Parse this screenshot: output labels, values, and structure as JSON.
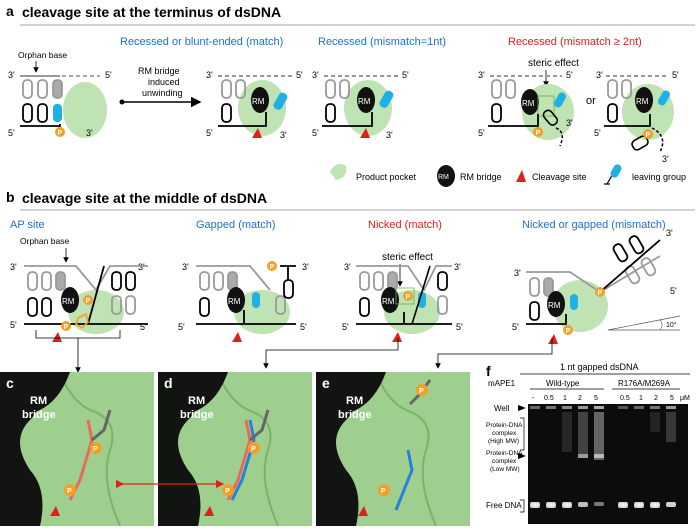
{
  "panel_a": {
    "letter": "a",
    "title": "cleavage site at the terminus of dsDNA",
    "subtitles": [
      "Recessed or blunt-ended (match)",
      "Recessed (mismatch=1nt)",
      "Recessed  (mismatch ≥ 2nt)"
    ],
    "orphan_base": "Orphan base",
    "rm_bridge_note": [
      "RM bridge",
      "induced",
      "unwinding"
    ],
    "steric": "steric effect",
    "or": "or"
  },
  "legend": {
    "product_pocket": "Product pocket",
    "rm_bridge": "RM bridge",
    "cleavage_site": "Cleavage site",
    "leaving_group": "leaving group"
  },
  "panel_b": {
    "letter": "b",
    "title": "cleavage site at the middle of dsDNA",
    "subtitles": [
      "AP site",
      "Gapped (match)",
      "Nicked (match)",
      "Nicked or gapped  (mismatch)"
    ],
    "orphan_base": "Orphan base",
    "steric": "steric effect",
    "angle": "10°"
  },
  "labels": {
    "three": "3'",
    "five": "5'",
    "rm": "RM",
    "p": "P"
  },
  "structures": {
    "c": {
      "letter": "c",
      "label": [
        "RM",
        "bridge"
      ]
    },
    "d": {
      "letter": "d",
      "label": [
        "RM",
        "bridge"
      ]
    },
    "e": {
      "letter": "e",
      "label": [
        "RM",
        "bridge"
      ]
    }
  },
  "gel": {
    "letter": "f",
    "title": "1 nt gapped dsDNA",
    "enzyme_label": "mAPE1",
    "groups": [
      "Wild-type",
      "R176A/M269A"
    ],
    "lanes": [
      "-",
      "0.5",
      "1",
      "2",
      "5",
      "0.5",
      "1",
      "2",
      "5"
    ],
    "unit": "μM",
    "bands": {
      "well": "Well",
      "complex_high": [
        "Protein-DNA",
        "complex",
        "(High MW)"
      ],
      "complex_low": [
        "Protein-DNA",
        "complex",
        "(Low MW)"
      ],
      "free": "Free DNA"
    }
  },
  "colors": {
    "blue_text": "#1f6fd0",
    "red_text": "#e0201b",
    "pocket": "#bfe3b3",
    "leaving": "#1fb1e6",
    "phosphate": "#f4a024"
  }
}
